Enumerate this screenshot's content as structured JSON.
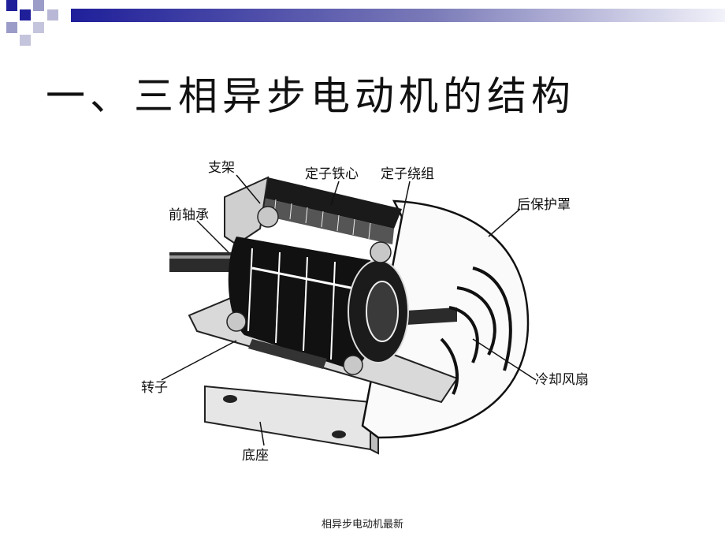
{
  "slide": {
    "title": "一、三相异步电动机的结构",
    "footer": "相异步电动机最新"
  },
  "figure": {
    "labels": {
      "bracket": "支架",
      "stator_core": "定子铁心",
      "stator_winding": "定子绕组",
      "front_bearing": "前轴承",
      "rear_cover": "后保护罩",
      "rotor": "转子",
      "cooling_fan": "冷却风扇",
      "base": "底座"
    }
  },
  "colors": {
    "accent": "#1f1f9a",
    "accent_light": "#9c9cc8",
    "ink": "#111111"
  }
}
